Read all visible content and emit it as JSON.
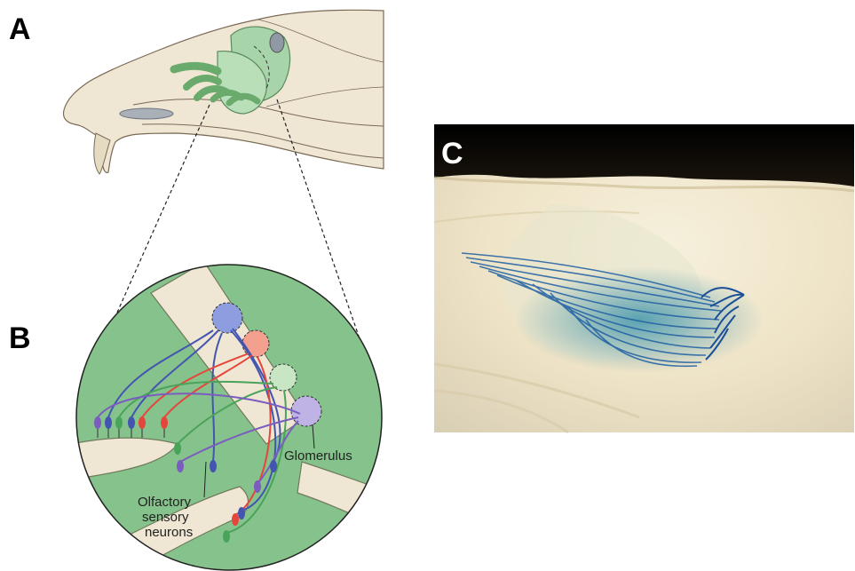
{
  "figure": {
    "panels": [
      {
        "letter": "A"
      },
      {
        "letter": "B"
      },
      {
        "letter": "C"
      }
    ],
    "callouts": {
      "glomerulus": "Glomerulus",
      "osn_line1": "Olfactory",
      "osn_line2": "sensory",
      "osn_line3": "neurons"
    },
    "colors": {
      "epithelium_green": "#86c28b",
      "bone": "#efe6d3",
      "neuron_blue": "#4355b0",
      "neuron_red": "#e5463b",
      "neuron_green": "#49a45a",
      "neuron_purple": "#7b5dc0",
      "stain_blue": "#1f5fa3"
    }
  }
}
